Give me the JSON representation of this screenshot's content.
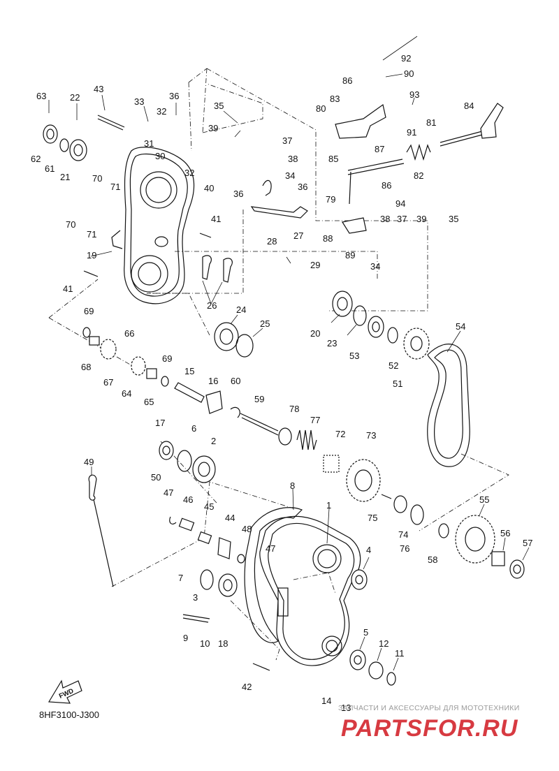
{
  "diagram": {
    "code": "8HF3100-J300",
    "fwd_label": "FWD",
    "watermark": {
      "tagline": "ЗАПЧАСТИ И АКСЕССУАРЫ ДЛЯ МОТОТЕХНИКИ",
      "logo": "PARTSFOR.RU"
    },
    "colors": {
      "line": "#111111",
      "watermark": "#d01820",
      "background": "#ffffff"
    },
    "callouts": [
      "1",
      "2",
      "3",
      "4",
      "5",
      "6",
      "7",
      "8",
      "9",
      "10",
      "11",
      "12",
      "13",
      "14",
      "15",
      "16",
      "17",
      "18",
      "19",
      "20",
      "21",
      "22",
      "23",
      "24",
      "25",
      "26",
      "27",
      "28",
      "29",
      "30",
      "31",
      "32",
      "32",
      "33",
      "34",
      "34",
      "35",
      "35",
      "36",
      "36",
      "36",
      "37",
      "37",
      "38",
      "38",
      "39",
      "39",
      "40",
      "41",
      "41",
      "42",
      "43",
      "44",
      "45",
      "46",
      "47",
      "47",
      "48",
      "49",
      "50",
      "51",
      "52",
      "53",
      "54",
      "55",
      "56",
      "57",
      "58",
      "59",
      "60",
      "61",
      "62",
      "63",
      "64",
      "65",
      "66",
      "67",
      "68",
      "69",
      "69",
      "70",
      "70",
      "71",
      "71",
      "72",
      "73",
      "74",
      "75",
      "76",
      "77",
      "78",
      "79",
      "80",
      "81",
      "82",
      "83",
      "84",
      "85",
      "86",
      "86",
      "87",
      "88",
      "89",
      "90",
      "91",
      "92",
      "93",
      "94"
    ]
  }
}
